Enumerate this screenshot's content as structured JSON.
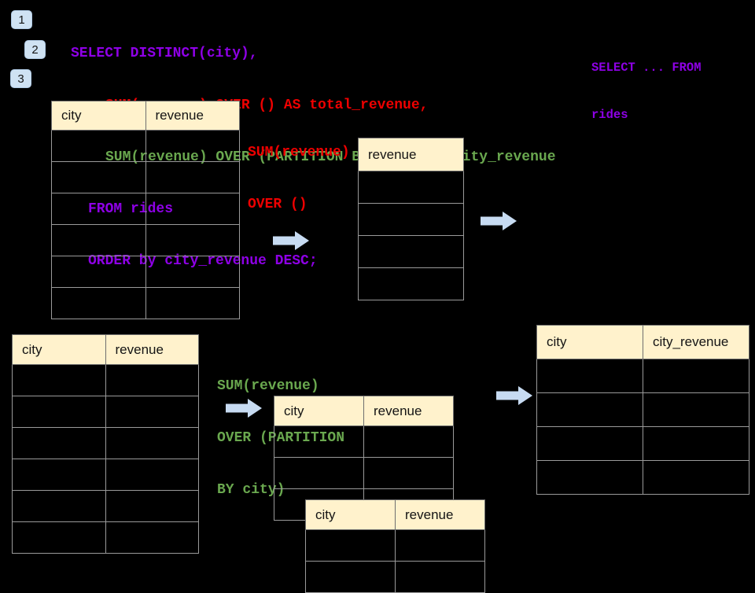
{
  "steps": [
    {
      "label": "1"
    },
    {
      "label": "2"
    },
    {
      "label": "3"
    }
  ],
  "code": {
    "lines": [
      {
        "text": "SELECT DISTINCT(city),",
        "color": "purple",
        "indent": 0
      },
      {
        "text": "SUM(revenue) OVER () AS total_revenue,",
        "color": "red",
        "indent": 2
      },
      {
        "text": "SUM(revenue) OVER (PARTITION BY city) as city_revenue",
        "color": "green",
        "indent": 2
      },
      {
        "text": "FROM rides",
        "color": "purple",
        "indent": 1
      },
      {
        "text": "ORDER by city_revenue DESC;",
        "color": "purple",
        "indent": 1
      }
    ]
  },
  "side_note": {
    "line1": "SELECT ... FROM",
    "line2": "rides",
    "color": "purple"
  },
  "notes": {
    "total": {
      "line1": "SUM(revenue)",
      "line2": "OVER ()",
      "color": "red"
    },
    "partition": {
      "line1": "SUM(revenue)",
      "line2": "OVER (PARTITION",
      "line3": "BY city)",
      "color": "green"
    }
  },
  "tables": [
    {
      "name": "source-rides-top",
      "headers": [
        "city",
        "revenue"
      ],
      "empty_rows": 6
    },
    {
      "name": "total-revenue-result",
      "headers": [
        "revenue"
      ],
      "empty_rows": 4
    },
    {
      "name": "source-rides-bottom",
      "headers": [
        "city",
        "revenue"
      ],
      "empty_rows": 6
    },
    {
      "name": "partition-step",
      "headers": [
        "city",
        "revenue"
      ],
      "empty_rows": 3
    },
    {
      "name": "partition-step-overlay",
      "headers": [
        "city",
        "revenue"
      ],
      "empty_rows": 2
    },
    {
      "name": "city-revenue-result",
      "headers": [
        "city",
        "city_revenue"
      ],
      "empty_rows": 4
    }
  ],
  "icons": {
    "flow_arrow": "right-arrow"
  },
  "colors": {
    "purple": "#8E00E6",
    "red": "#EE0000",
    "green": "#6AA84F",
    "header_bg": "#FFF2CC",
    "arrow": "#C7DBF2",
    "badge_bg": "#CFE2F3",
    "border": "#9A9A9A",
    "background": "#000000"
  }
}
